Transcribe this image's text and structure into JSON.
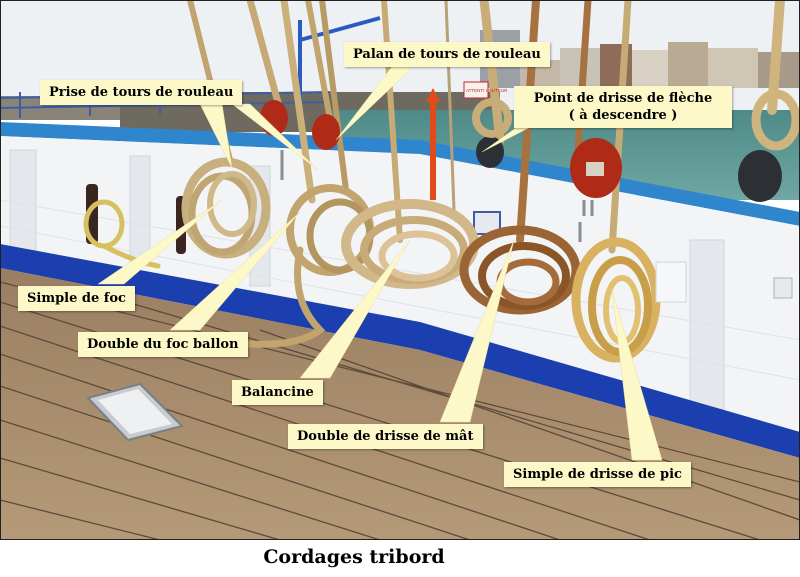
{
  "caption": "Cordages tribord",
  "labels": {
    "prise_tours_rouleau": "Prise de tours de rouleau",
    "palan_tours_rouleau": "Palan de tours de rouleau",
    "point_drisse_fleche_line1": "Point de drisse de flèche",
    "point_drisse_fleche_line2": "( à descendre )",
    "simple_de_foc": "Simple de foc",
    "double_foc_ballon": "Double du foc ballon",
    "balancine": "Balancine",
    "double_drisse_mat": "Double de drisse de mât",
    "simple_drisse_pic": "Simple de drisse de pic"
  },
  "sign_text": "ATTENTI HAUTEUR",
  "colors": {
    "label_background": "#fdf8c8",
    "pointer": "#fdf8c8",
    "hull_white": "#f2f4f6",
    "hull_blue": "#1c3fb0",
    "deck_wood": "#b09270",
    "rope_manila": "#cfb27a",
    "rope_golden": "#d8b260",
    "rope_brown": "#9a6434",
    "block_red": "#b02a18",
    "water": "#5f9a96",
    "sky": "#eef1f4"
  }
}
